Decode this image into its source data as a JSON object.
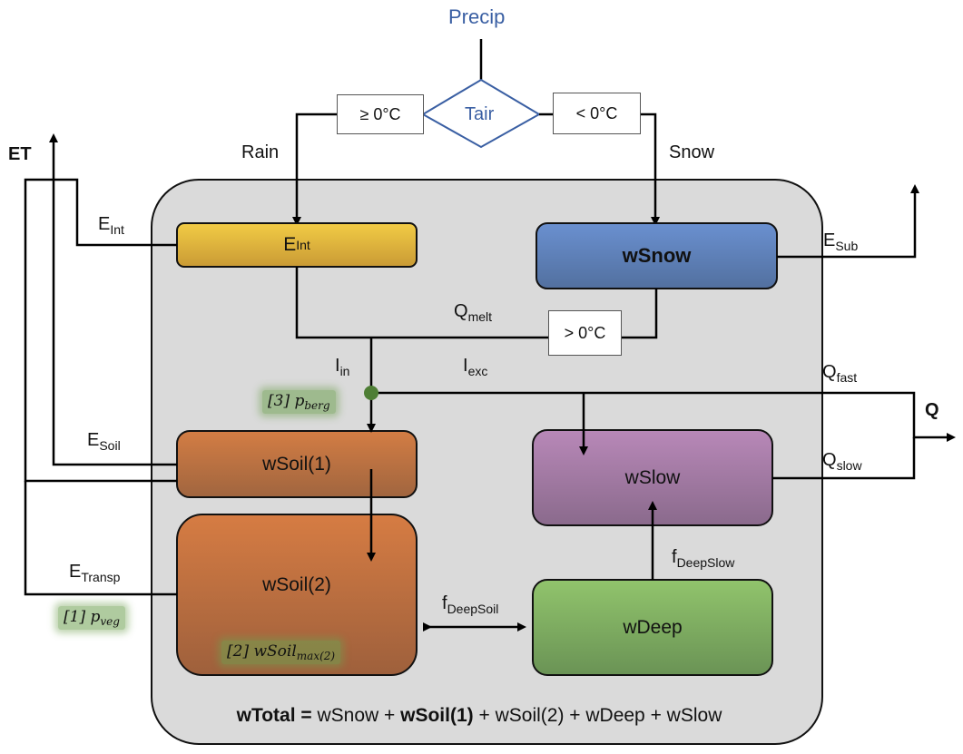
{
  "title": "Hydrological model structure",
  "input": {
    "label": "Precip"
  },
  "decision": {
    "label": "Tair",
    "branch_warm": "≥ 0°C",
    "branch_cold": "< 0°C"
  },
  "fluxes": {
    "rain": "Rain",
    "snow": "Snow",
    "et": "ET",
    "q": "Q",
    "e_int": {
      "base": "E",
      "sub": "Int"
    },
    "e_sub": {
      "base": "E",
      "sub": "Sub"
    },
    "e_soil": {
      "base": "E",
      "sub": "Soil"
    },
    "e_transp": {
      "base": "E",
      "sub": "Transp"
    },
    "q_melt": {
      "base": "Q",
      "sub": "melt"
    },
    "i_in": {
      "base": "I",
      "sub": "in"
    },
    "i_exc": {
      "base": "I",
      "sub": "exc"
    },
    "q_fast": {
      "base": "Q",
      "sub": "fast"
    },
    "q_slow": {
      "base": "Q",
      "sub": "slow"
    },
    "f_deepslow": {
      "base": "f",
      "sub": "DeepSlow"
    },
    "f_deepsoil": {
      "base": "f",
      "sub": "DeepSoil"
    }
  },
  "melt_condition": "> 0°C",
  "stores": {
    "interception": {
      "base": "E",
      "sub": "Int",
      "color": "#e8be3c"
    },
    "snow": {
      "label": "wSnow",
      "color": "#5b82c4"
    },
    "soil1": {
      "label": "wSoil(1)",
      "color": "#b86d3e"
    },
    "soil2": {
      "label": "wSoil(2)",
      "color": "#cf773e"
    },
    "slow": {
      "label": "wSlow",
      "color": "#a57aa8"
    },
    "deep": {
      "label": "wDeep",
      "color": "#7fae5c"
    }
  },
  "parameters": {
    "p1": {
      "prefix": "[1] ",
      "base": "p",
      "sub": "veg"
    },
    "p2": {
      "prefix": "[2] ",
      "base": "wSoil",
      "sub": "max(2)"
    },
    "p3": {
      "prefix": "[3] ",
      "base": "p",
      "sub": "berg"
    }
  },
  "formula": {
    "lhs": "wTotal =",
    "terms": [
      " wSnow + ",
      "wSoil(1)",
      " + wSoil(2) + wDeep + wSlow"
    ]
  },
  "colors": {
    "container": "#dadada",
    "decision": "#3a5fa3",
    "junction": "#4e7e35"
  }
}
